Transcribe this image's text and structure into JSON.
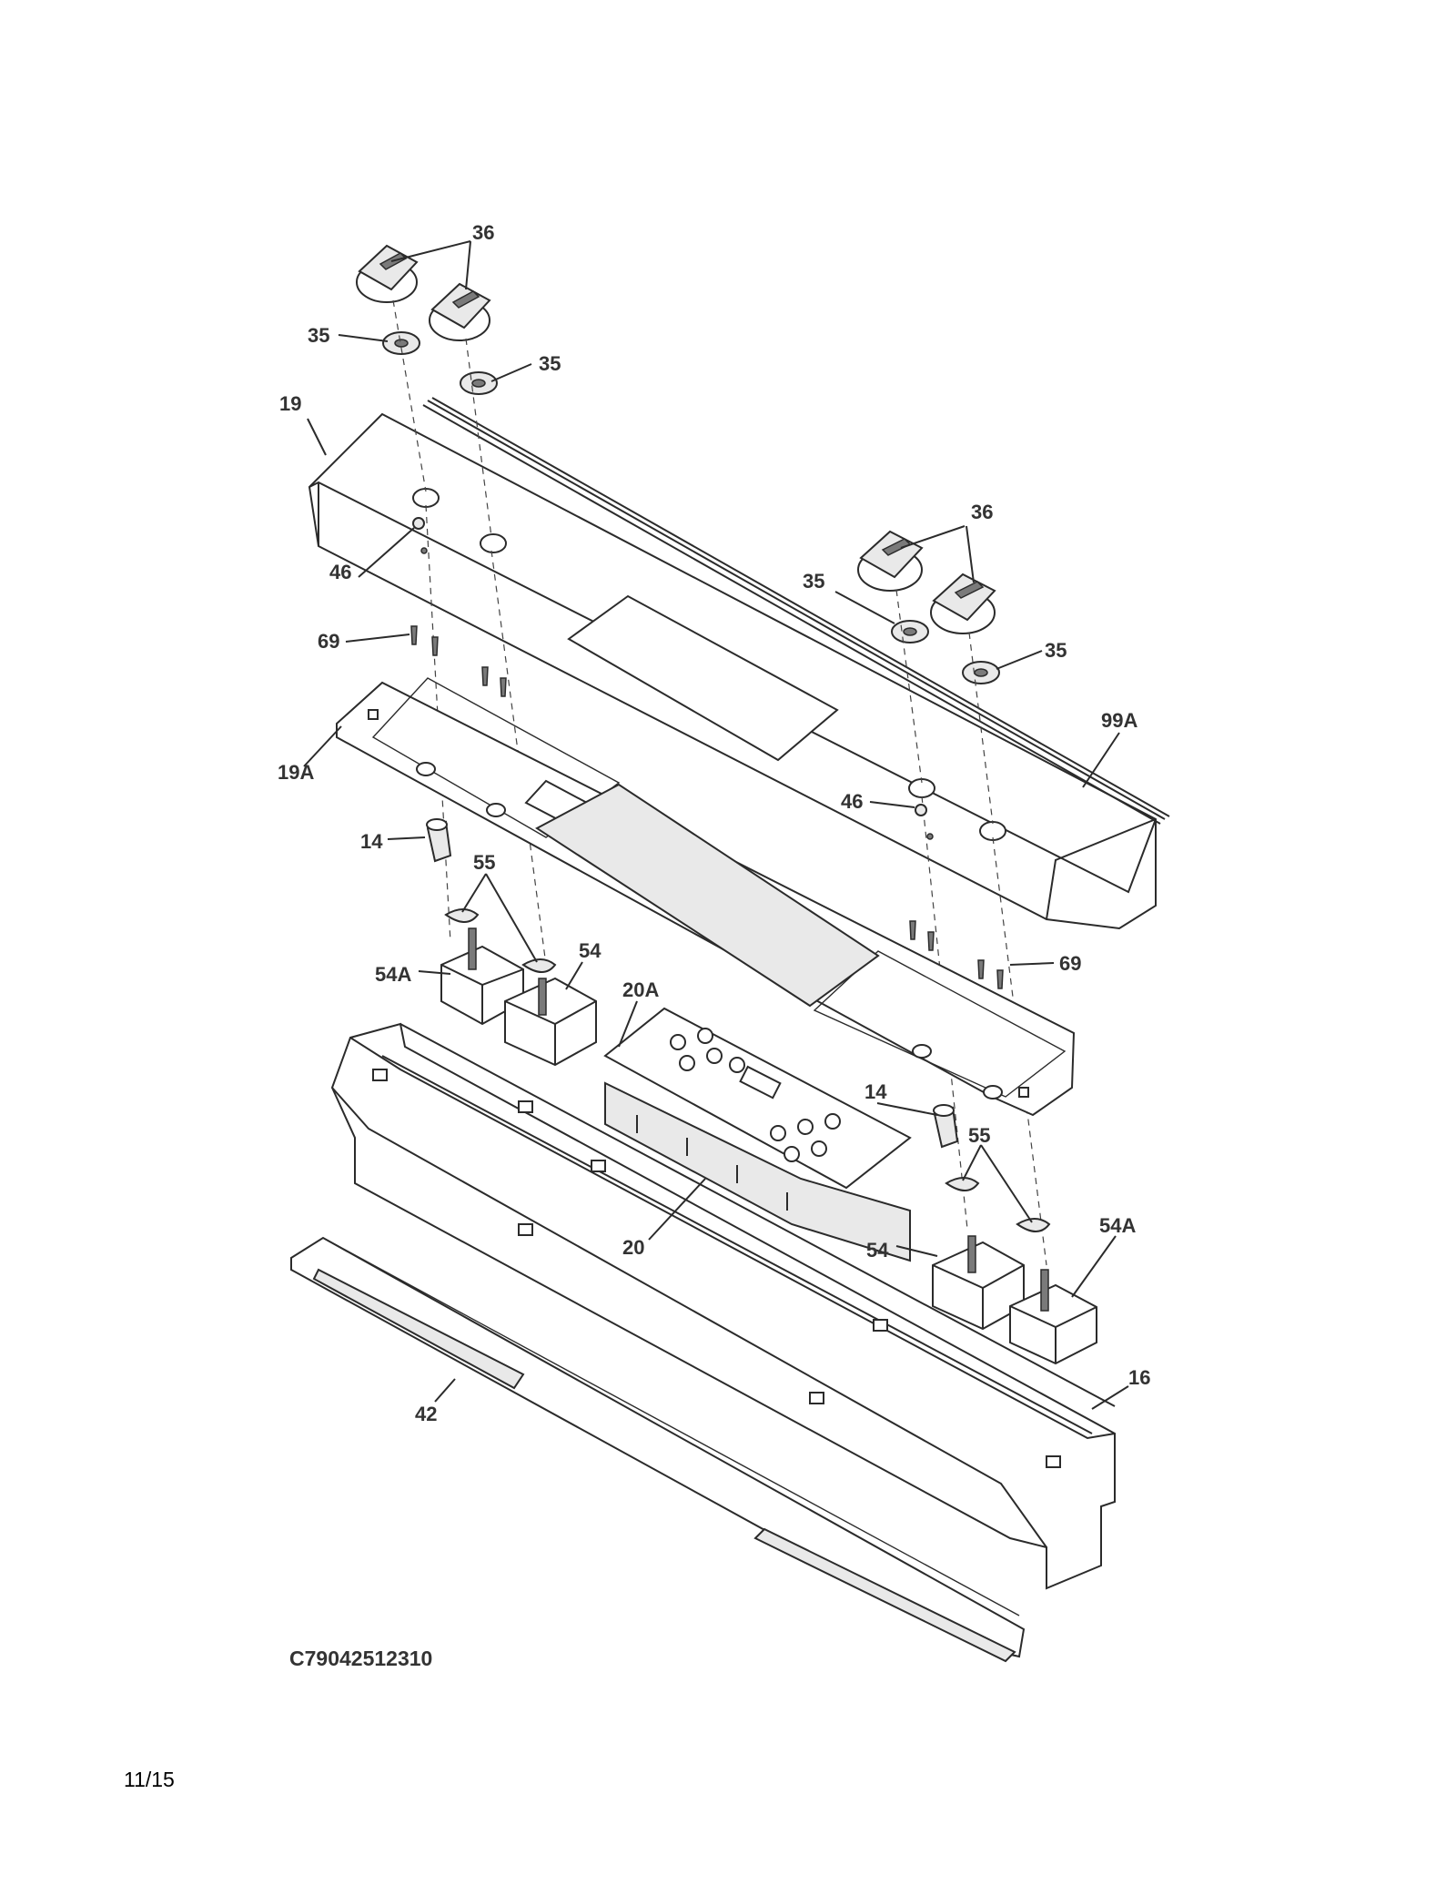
{
  "callouts": {
    "c36a": "36",
    "c35a": "35",
    "c35b": "35",
    "c19": "19",
    "c46a": "46",
    "c36b": "36",
    "c35c": "35",
    "c35d": "35",
    "c69a": "69",
    "c99a": "99A",
    "c19a": "19A",
    "c46b": "46",
    "c14a": "14",
    "c55a": "55",
    "c54a_left": "54A",
    "c54_left": "54",
    "c20a": "20A",
    "c69b": "69",
    "c14b": "14",
    "c55b": "55",
    "c54a_right": "54A",
    "c54_right": "54",
    "c20": "20",
    "c16": "16",
    "c42": "42"
  },
  "drawing_number": "C79042512310",
  "page_date": "11/15"
}
